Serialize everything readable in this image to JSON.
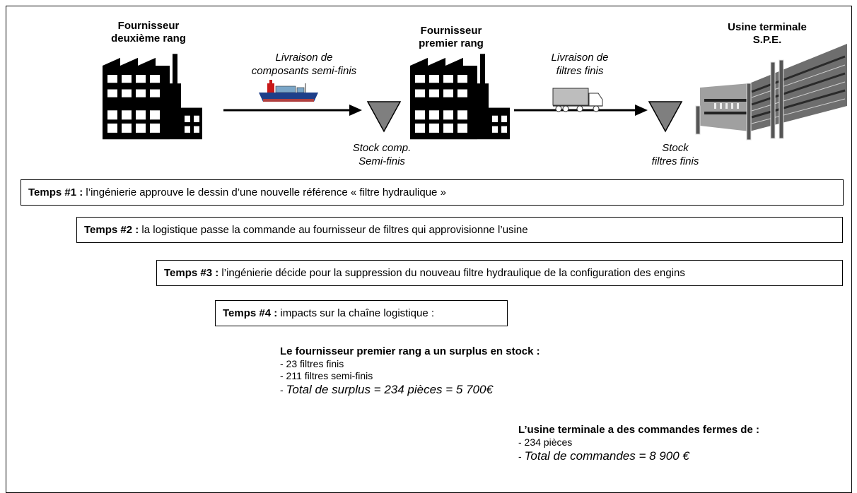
{
  "actors": {
    "supplier2": {
      "line1": "Fournisseur",
      "line2": "deuxième rang"
    },
    "supplier1": {
      "line1": "Fournisseur",
      "line2": "premier rang"
    },
    "plant": {
      "line1": "Usine terminale",
      "line2": "S.P.E."
    }
  },
  "flows": {
    "f1": {
      "line1": "Livraison de",
      "line2": "composants semi-finis"
    },
    "f2": {
      "line1": "Livraison de",
      "line2": "filtres finis"
    }
  },
  "stocks": {
    "s1": {
      "line1": "Stock comp.",
      "line2": "Semi-finis"
    },
    "s2": {
      "line1": "Stock",
      "line2": "filtres finis"
    }
  },
  "steps": [
    {
      "label": "Temps #1 :",
      "text": " l’ingénierie approuve le dessin d’une nouvelle référence « filtre hydraulique »"
    },
    {
      "label": "Temps #2 :",
      "text": " la logistique passe la commande au fournisseur de filtres qui approvisionne l’usine"
    },
    {
      "label": "Temps #3 :",
      "text": " l’ingénierie décide pour la suppression du nouveau filtre hydraulique de la configuration des engins"
    },
    {
      "label": "Temps #4 :",
      "text": " impacts sur la chaîne logistique :"
    }
  ],
  "surplus": {
    "heading": "Le fournisseur premier rang a un surplus en stock :",
    "items": [
      "- 23 filtres finis",
      "- 211 filtres semi-finis"
    ],
    "total_prefix": "- ",
    "total": "Total de surplus = 234 pièces = 5 700€"
  },
  "orders": {
    "heading": "L’usine terminale a des commandes fermes de :",
    "items": [
      "- 234 pièces"
    ],
    "total_prefix": "- ",
    "total": "Total de commandes = 8 900 €"
  },
  "colors": {
    "arrow": "#000000",
    "triangle": "#7f7f7f",
    "factory": "#000000",
    "building": "#8a8a8a"
  }
}
